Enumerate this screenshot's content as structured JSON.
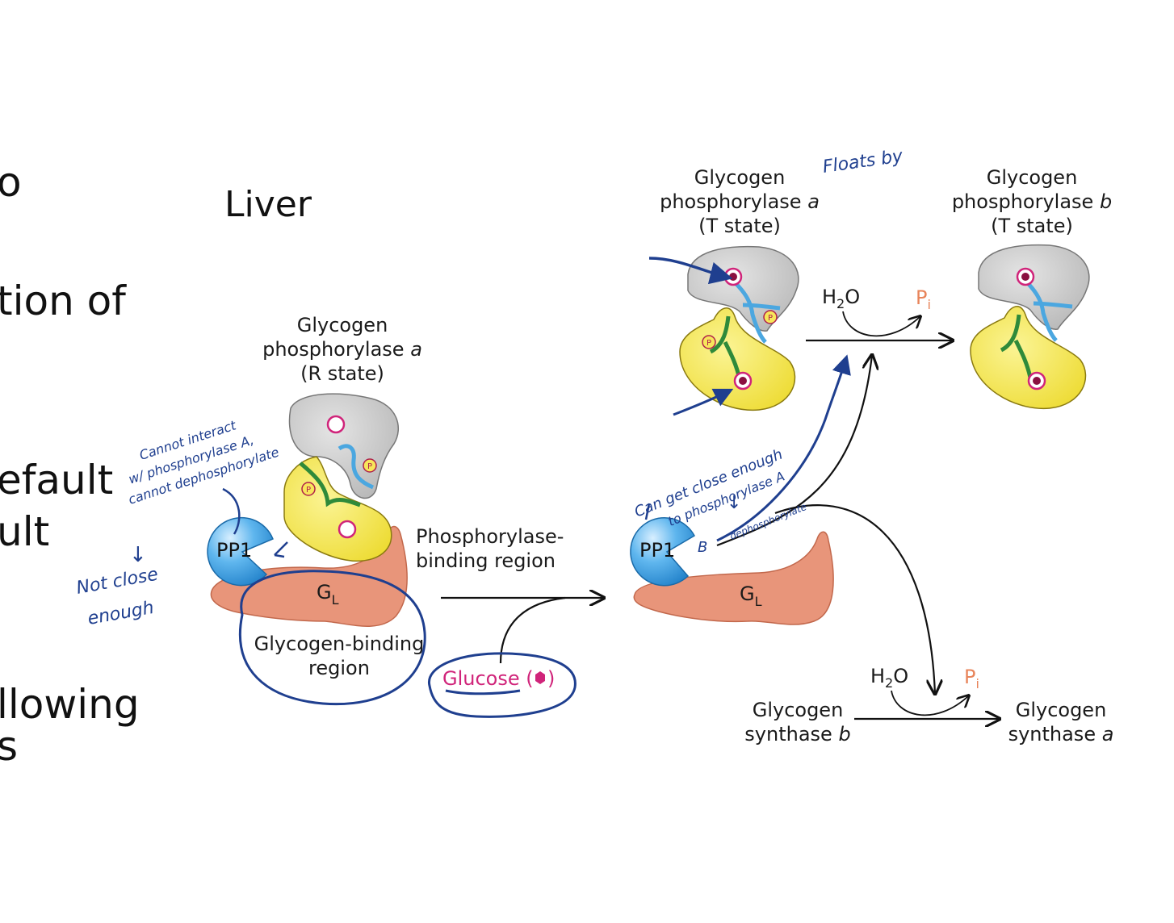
{
  "slide_fragments": [
    "o",
    "tion of",
    "efault",
    "ult",
    "llowing",
    "s"
  ],
  "liver_label": "Liver",
  "left_enzyme": {
    "line1": "Glycogen",
    "line2": "phosphorylase",
    "italic": "a",
    "line3": "(R state)"
  },
  "top_mid_enzyme": {
    "line1": "Glycogen",
    "line2": "phosphorylase",
    "italic": "a",
    "line3": "(T state)"
  },
  "top_right_enzyme": {
    "line1": "Glycogen",
    "line2": "phosphorylase",
    "italic": "b",
    "line3": "(T state)"
  },
  "pp1_label": "PP1",
  "gl_main": "G",
  "gl_sub": "L",
  "phos_binding": {
    "line1": "Phosphorylase-",
    "line2": "binding region"
  },
  "glyc_binding": {
    "line1": "Glycogen-binding",
    "line2": "region"
  },
  "glucose_label": "Glucose",
  "h2o": {
    "main": "H",
    "sub": "2",
    "tail": "O"
  },
  "pi": {
    "main": "P",
    "sub": "i"
  },
  "p_badge": "P",
  "synthase_b": {
    "line1": "Glycogen",
    "line2": "synthase",
    "italic": "b"
  },
  "synthase_a": {
    "line1": "Glycogen",
    "line2": "synthase",
    "italic": "a"
  },
  "annotations": {
    "top_note": "Floats by",
    "left_note_1": "Cannot interact",
    "left_note_2": "w/ phosphorylase A,",
    "left_note_3": "cannot dephosphorylate",
    "left_arrow": "↓",
    "not_close_1": "Not close",
    "not_close_2": "enough",
    "right_note_1": "Can get close enough",
    "right_note_2": "to phosphorylase A",
    "right_note_3": "dephosphorylate",
    "right_note_4": "B",
    "right_arrow": "↓"
  },
  "colors": {
    "gray_subunit": "#c9c9c9",
    "yellow_subunit": "#f3e64a",
    "pp1_blue": "#3ea3e6",
    "gl_salmon": "#e8957a",
    "glucose_magenta": "#d0247a",
    "pi_orange": "#e8845a",
    "ink_blue": "#1f3f8f"
  }
}
